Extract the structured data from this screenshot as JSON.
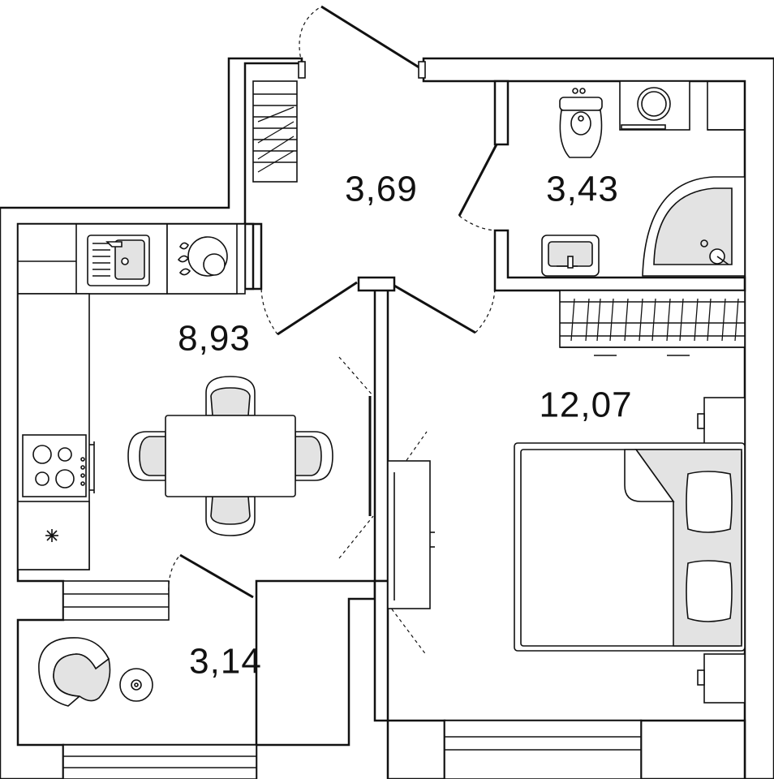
{
  "rooms": {
    "hall": {
      "area": "3,69"
    },
    "bathroom": {
      "area": "3,43"
    },
    "kitchen": {
      "area": "8,93"
    },
    "bedroom": {
      "area": "12,07"
    },
    "balcony": {
      "area": "3,14"
    }
  },
  "colors": {
    "line": "#111111",
    "furniture_fill": "#e3e3e3",
    "background": "#ffffff"
  }
}
